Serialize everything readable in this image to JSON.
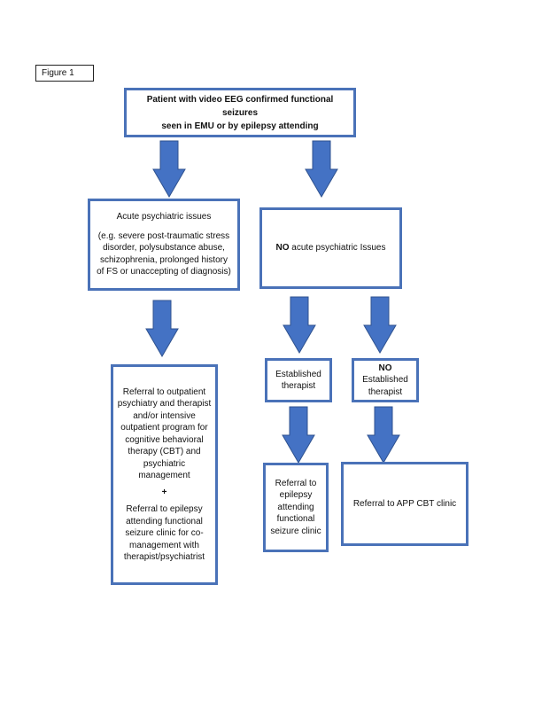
{
  "figure_label": "Figure 1",
  "colors": {
    "box_border": "#4a72b8",
    "arrow_fill": "#4472c4",
    "arrow_stroke": "#2f528f"
  },
  "boxes": {
    "patient": {
      "line1": "Patient with video EEG confirmed functional seizures",
      "line2": "seen in EMU or by epilepsy attending"
    },
    "acute": {
      "title": "Acute psychiatric issues",
      "detail": "(e.g. severe post-traumatic stress disorder, polysubstance abuse, schizophrenia, prolonged history of FS or unaccepting of diagnosis)"
    },
    "no_acute": {
      "emphasis": "NO",
      "rest": " acute psychiatric Issues"
    },
    "referral_left": {
      "part1": "Referral to outpatient psychiatry and therapist and/or intensive outpatient program for cognitive behavioral therapy (CBT) and psychiatric management",
      "plus": "+",
      "part2": "Referral to epilepsy attending functional seizure clinic for co-management with therapist/psychiatrist"
    },
    "established": {
      "text": "Established therapist"
    },
    "no_established": {
      "emphasis": "NO",
      "rest": "Established therapist"
    },
    "referral_epilepsy": {
      "text": "Referral to epilepsy attending functional seizure clinic"
    },
    "referral_app": {
      "text": "Referral to APP CBT clinic"
    }
  },
  "arrow_icon": "down-arrow-icon"
}
